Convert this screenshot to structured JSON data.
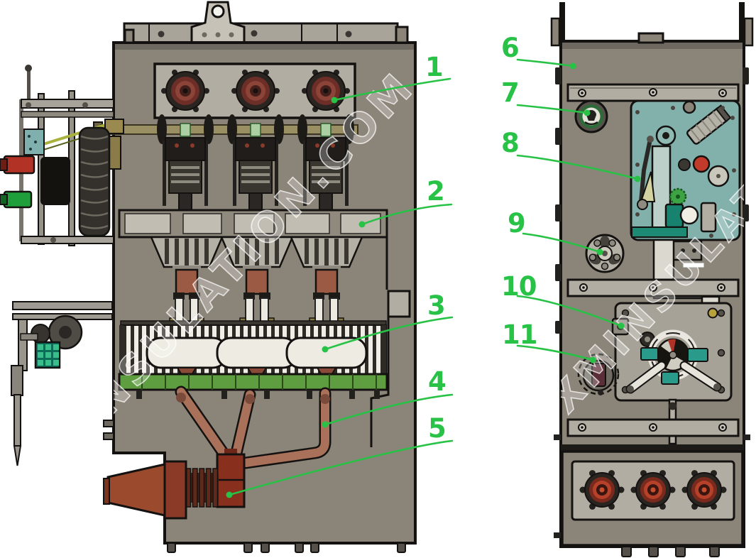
{
  "watermark": {
    "text": "XMINSULATION.COM"
  },
  "callouts": [
    {
      "label": "1"
    },
    {
      "label": "2"
    },
    {
      "label": "3"
    },
    {
      "label": "4"
    },
    {
      "label": "5"
    },
    {
      "label": "6"
    },
    {
      "label": "7"
    },
    {
      "label": "8"
    },
    {
      "label": "9"
    },
    {
      "label": "10"
    },
    {
      "label": "11"
    }
  ],
  "colors": {
    "accent_green": "#27c246",
    "cabinet": "#8b8478",
    "panel_light": "#b2ada2",
    "teal_panel": "#82b1ac",
    "copper": "#a9715a",
    "green_bar": "#5f9e40",
    "brass": "#9a8f63",
    "bushing_maroon": "#6e2e28",
    "bushing_red": "#b5412a",
    "red_handle": "#b23226",
    "green_handle": "#1f9e3c",
    "junction_red": "#892f1e",
    "outline": "#141210",
    "watermark_white": "#ffffff"
  }
}
